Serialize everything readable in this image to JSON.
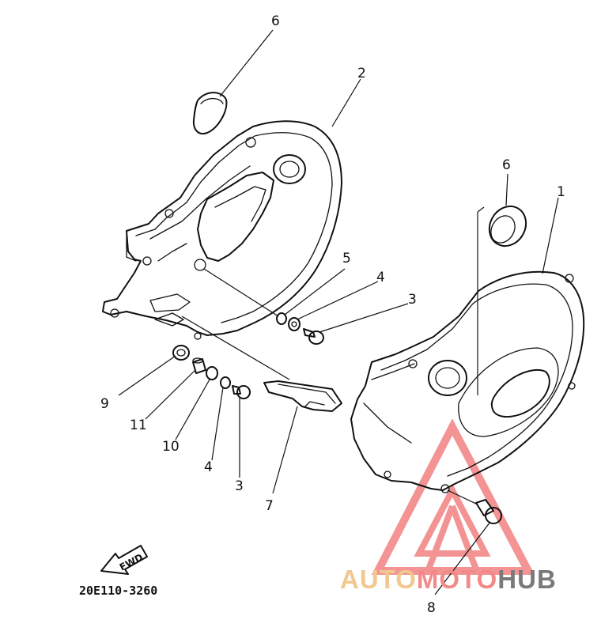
{
  "diagram": {
    "part_code": "20E110-3260",
    "fwd_label": "FWD",
    "callouts": [
      {
        "id": "c6a",
        "label": "6"
      },
      {
        "id": "c2",
        "label": "2"
      },
      {
        "id": "c6b",
        "label": "6"
      },
      {
        "id": "c1",
        "label": "1"
      },
      {
        "id": "c5",
        "label": "5"
      },
      {
        "id": "c4a",
        "label": "4"
      },
      {
        "id": "c3a",
        "label": "3"
      },
      {
        "id": "c9",
        "label": "9"
      },
      {
        "id": "c11",
        "label": "11"
      },
      {
        "id": "c10",
        "label": "10"
      },
      {
        "id": "c4b",
        "label": "4"
      },
      {
        "id": "c3b",
        "label": "3"
      },
      {
        "id": "c7",
        "label": "7"
      },
      {
        "id": "c8",
        "label": "8"
      }
    ]
  },
  "watermark": {
    "part1": "AUTO",
    "part2": "MOTO",
    "part3": "HUB",
    "color_auto": "#f0c890",
    "color_moto": "#f28a8a",
    "color_hub": "#7a7a7a",
    "triangle_color": "#f07070"
  }
}
